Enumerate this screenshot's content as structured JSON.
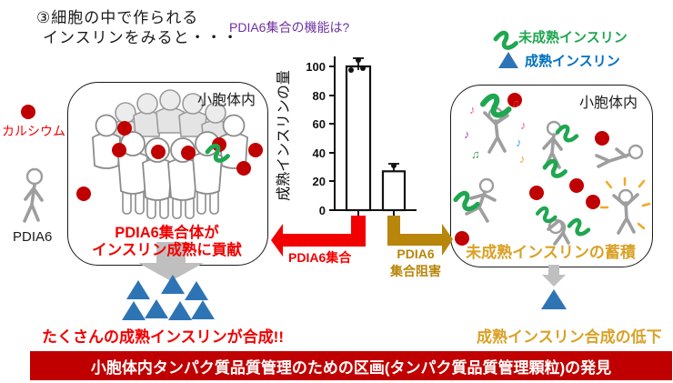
{
  "title": {
    "line1": "③細胞の中で作られる",
    "line2": "インスリンをみると・・・"
  },
  "question": "PDIA6集合の機能は?",
  "legend": {
    "immature_label": "未成熟インスリン",
    "mature_label": "成熟インスリン"
  },
  "left_panel": {
    "label": "小胞体内",
    "caption_line1": "PDIA6集合体が",
    "caption_line2": "インスリン成熟に貢献"
  },
  "right_panel": {
    "label": "小胞体内",
    "caption": "未成熟インスリンの蓄積"
  },
  "side_labels": {
    "calcium": "カルシウム",
    "pdia6": "PDIA6"
  },
  "chart_data": {
    "type": "bar",
    "categories": [
      "PDIA6集合",
      "PDIA6集合阻害"
    ],
    "values": [
      100,
      27
    ],
    "points": [
      [
        97,
        100,
        104
      ],
      [
        26,
        28
      ]
    ],
    "error_top": [
      104,
      29
    ],
    "title": "",
    "xlabel": "",
    "ylabel": "成熟インスリンの量",
    "ylim": [
      0,
      110
    ],
    "yticks": [
      0,
      20,
      40,
      60,
      80,
      100
    ],
    "grid": false,
    "legend_position": "none",
    "bar_fill": "#ffffff",
    "bar_stroke": "#111111"
  },
  "condition_arrows": {
    "left_label": "PDIA6集合",
    "right_label_line1": "PDIA6",
    "right_label_line2": "集合阻害"
  },
  "outcome": {
    "left": "たくさんの成熟インスリンが合成!!",
    "right": "成熟インスリン合成の低下"
  },
  "banner": "小胞体内タンパク質品質管理のための区画(タンパク質品質管理顆粒)の発見",
  "notes": [
    "♪",
    "♫",
    "♪",
    "♪",
    "♪",
    "♫",
    "♪"
  ],
  "colors": {
    "red": "#F20000",
    "dark_red": "#C00000",
    "banner_bg": "#C00000",
    "gold": "#B8860B",
    "gold_text": "#D9A127",
    "green": "#1FA750",
    "blue": "#2E74B5",
    "legend_blue": "#0070C0",
    "purple": "#7030A0",
    "gray_arrow": "#BFBFBF"
  }
}
